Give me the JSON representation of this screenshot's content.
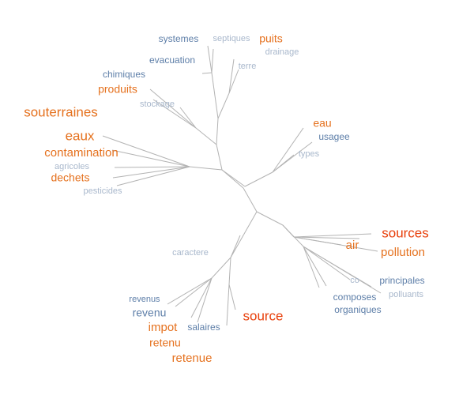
{
  "colors": {
    "edge": "#b3b3b3",
    "level1": "#e8400c",
    "level2": "#e5711e",
    "level3": "#5d7ea8",
    "level4": "#a9b8cc"
  },
  "words": [
    {
      "id": "systemes",
      "text": "systemes",
      "level": 3
    },
    {
      "id": "septiques",
      "text": "septiques",
      "level": 4
    },
    {
      "id": "puits",
      "text": "puits",
      "level": 2
    },
    {
      "id": "drainage",
      "text": "drainage",
      "level": 4
    },
    {
      "id": "evacuation",
      "text": "evacuation",
      "level": 3
    },
    {
      "id": "terre",
      "text": "terre",
      "level": 4
    },
    {
      "id": "chimiques",
      "text": "chimiques",
      "level": 3
    },
    {
      "id": "produits",
      "text": "produits",
      "level": 2
    },
    {
      "id": "stockage",
      "text": "stockage",
      "level": 4
    },
    {
      "id": "souterraines",
      "text": "souterraines",
      "level": 2
    },
    {
      "id": "eau",
      "text": "eau",
      "level": 2
    },
    {
      "id": "usagee",
      "text": "usagee",
      "level": 3
    },
    {
      "id": "eaux",
      "text": "eaux",
      "level": 2
    },
    {
      "id": "contamination",
      "text": "contamination",
      "level": 2
    },
    {
      "id": "types",
      "text": "types",
      "level": 4
    },
    {
      "id": "agricoles",
      "text": "agricoles",
      "level": 4
    },
    {
      "id": "dechets",
      "text": "dechets",
      "level": 2
    },
    {
      "id": "pesticides",
      "text": "pesticides",
      "level": 4
    },
    {
      "id": "sources",
      "text": "sources",
      "level": 1
    },
    {
      "id": "air",
      "text": "air",
      "level": 2
    },
    {
      "id": "pollution",
      "text": "pollution",
      "level": 2
    },
    {
      "id": "caractere",
      "text": "caractere",
      "level": 4
    },
    {
      "id": "co",
      "text": "co",
      "level": 4
    },
    {
      "id": "principales",
      "text": "principales",
      "level": 3
    },
    {
      "id": "polluants",
      "text": "polluants",
      "level": 4
    },
    {
      "id": "revenus",
      "text": "revenus",
      "level": 3
    },
    {
      "id": "composes",
      "text": "composes",
      "level": 3
    },
    {
      "id": "organiques",
      "text": "organiques",
      "level": 3
    },
    {
      "id": "revenu",
      "text": "revenu",
      "level": 3
    },
    {
      "id": "source",
      "text": "source",
      "level": 1
    },
    {
      "id": "impot",
      "text": "impot",
      "level": 2
    },
    {
      "id": "salaires",
      "text": "salaires",
      "level": 3
    },
    {
      "id": "retenu",
      "text": "retenu",
      "level": 2
    },
    {
      "id": "retenue",
      "text": "retenue",
      "level": 2
    }
  ]
}
